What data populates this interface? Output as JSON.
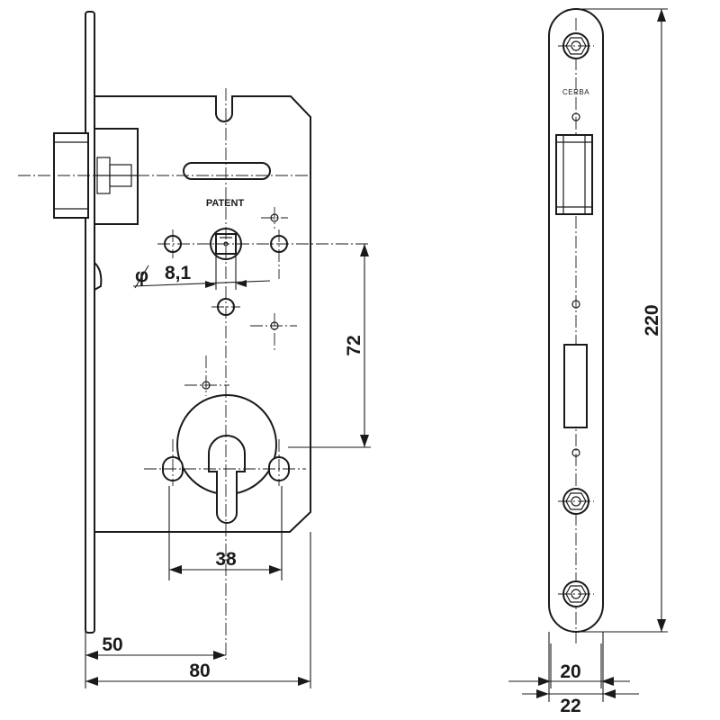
{
  "labels": {
    "patent": "PATENT",
    "brand": "CERBA"
  },
  "dimensions": {
    "spindle_symbol": "φ",
    "spindle_value": "8,1",
    "vertical_distance": "72",
    "cylinder_spacing": "38",
    "backset": "50",
    "case_depth": "80",
    "faceplate_height": "220",
    "body_width": "20",
    "faceplate_width": "22"
  }
}
